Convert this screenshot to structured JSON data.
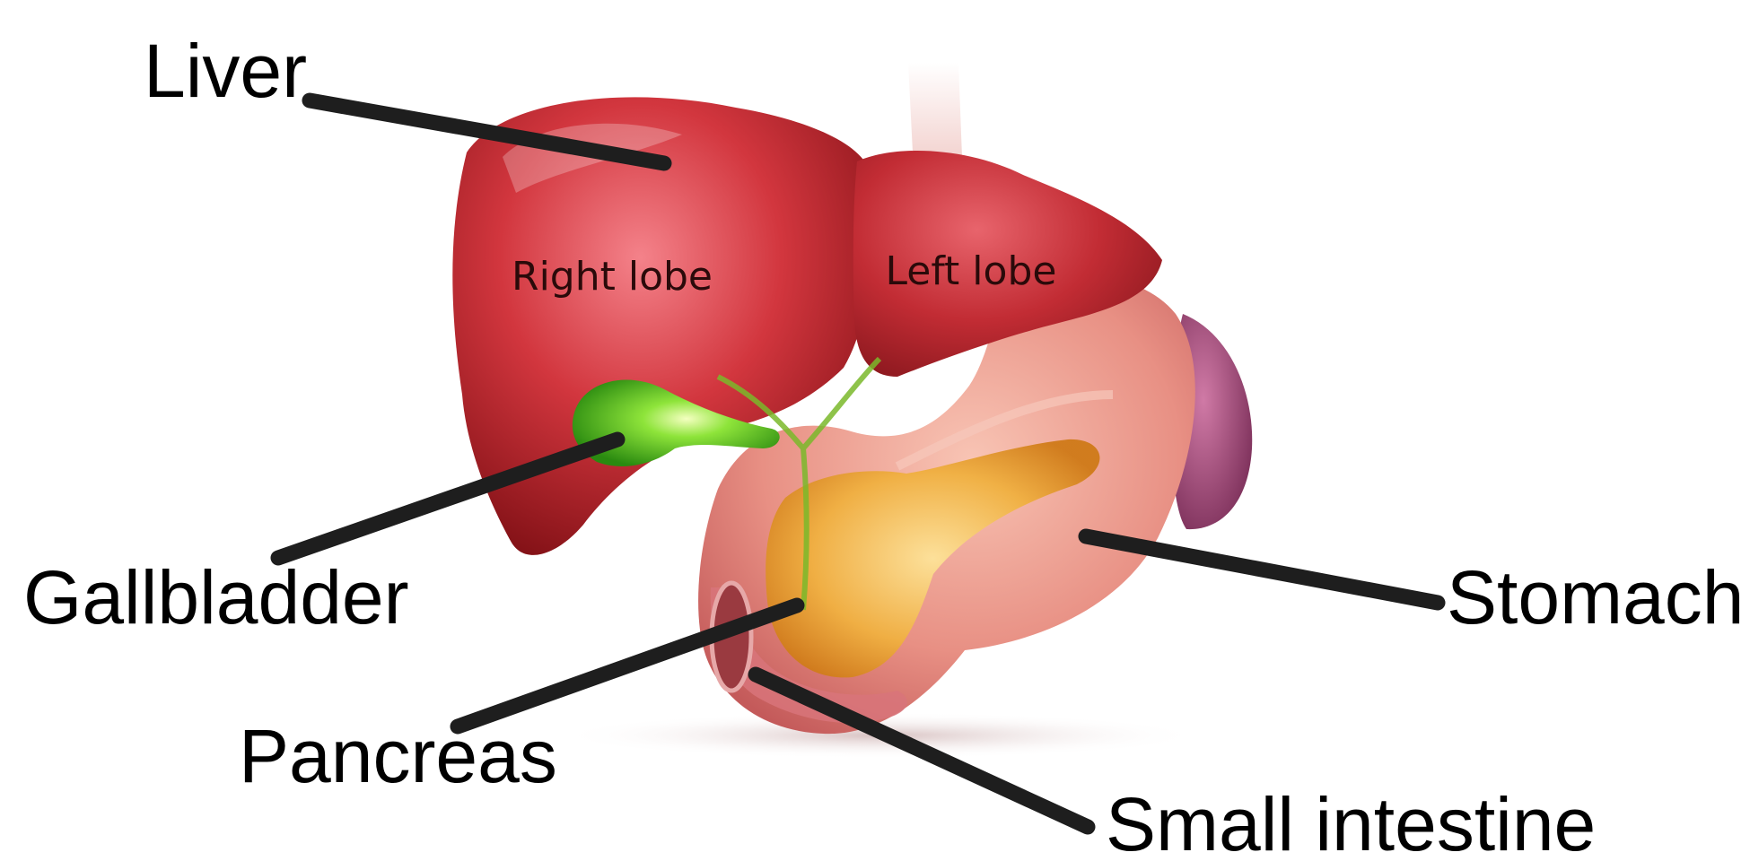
{
  "labels": {
    "liver": "Liver",
    "gallbladder": "Gallbladder",
    "pancreas": "Pancreas",
    "stomach": "Stomach",
    "small_intestine": "Small intestine"
  },
  "lobes": {
    "right": "Right lobe",
    "left": "Left lobe"
  },
  "colors": {
    "liver": "#b8282c",
    "gallbladder": "#5ad020",
    "stomach": "#e8958a",
    "pancreas": "#e8a030",
    "spleen": "#a84a7a",
    "leader": "#1e1e1e"
  }
}
